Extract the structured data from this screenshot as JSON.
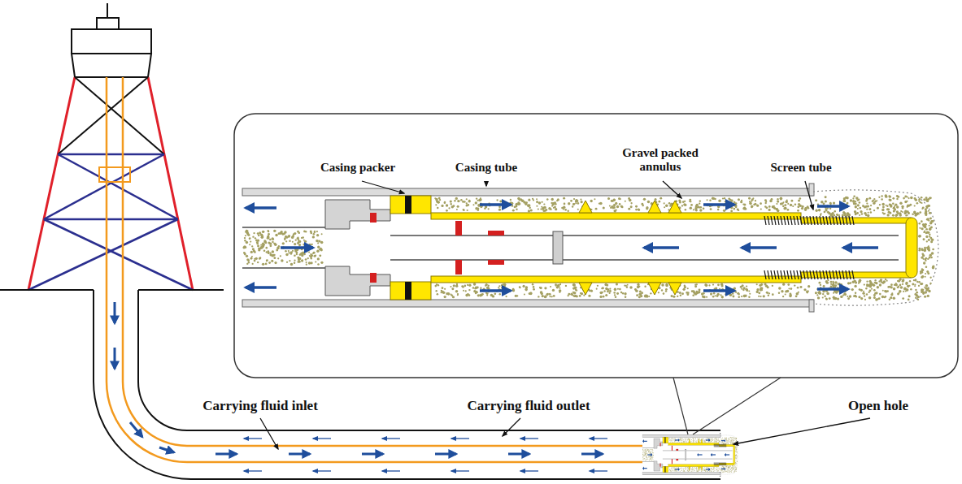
{
  "diagram": {
    "labels": [
      "Casing packer",
      "Casing tube",
      "Gravel packed annulus",
      "Screen tube",
      "Carrying fluid inlet",
      "Carrying fluid outlet",
      "Open hole"
    ]
  }
}
